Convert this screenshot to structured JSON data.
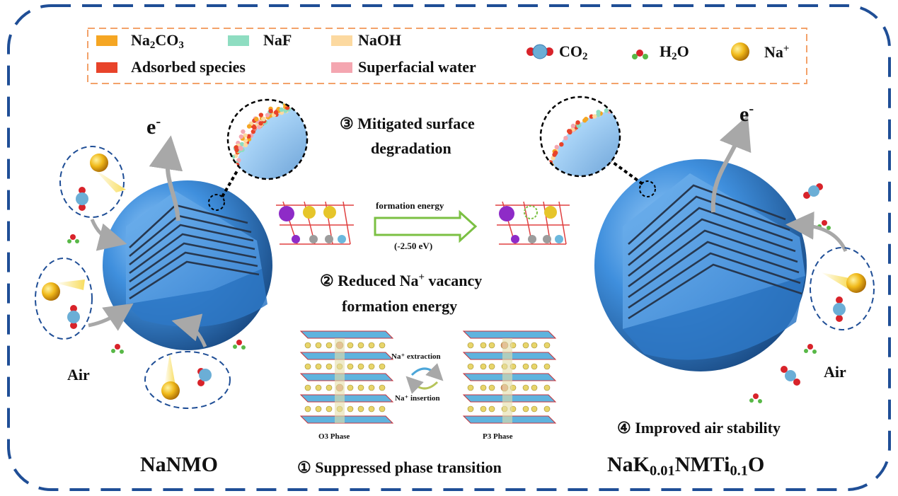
{
  "legend": {
    "items": [
      {
        "label_main": "Na",
        "label_sub": "2",
        "label_main2": "CO",
        "label_sub2": "3",
        "color": "#F5A623"
      },
      {
        "label_main": "NaF",
        "color": "#8EDDC1"
      },
      {
        "label_main": "NaOH",
        "color": "#FCD9A0"
      },
      {
        "label_main": "Adsorbed species",
        "color": "#E8432A"
      },
      {
        "label_main": "Superfacial water",
        "color": "#F4A6B0"
      }
    ],
    "co2_main": "CO",
    "co2_sub": "2",
    "h2o_main": "H",
    "h2o_sub": "2",
    "h2o_main2": "O",
    "na_main": "Na",
    "na_sup": "+"
  },
  "colors": {
    "frame": "#1F4E96",
    "legend_border": "#F3A26A",
    "arrow_green": "#7BC043",
    "sphere": "#3E8DDC"
  },
  "steps": {
    "s3_line1": "③ Mitigated surface",
    "s3_line2": "degradation",
    "s2_line1": "② Reduced Na",
    "s2_sup": "+",
    "s2_line1b": " vacancy",
    "s2_line2": "formation energy",
    "s1": "① Suppressed phase transition",
    "s4": "④ Improved air stability"
  },
  "formation": {
    "label": "formation energy",
    "value": "(-2.50 eV)"
  },
  "phase": {
    "extraction": "Na⁺ extraction",
    "insertion": "Na⁺ insertion",
    "o3": "O3 Phase",
    "p3": "P3 Phase"
  },
  "left": {
    "electron": "e",
    "electron_sup": "-",
    "air": "Air",
    "name": "NaNMO"
  },
  "right": {
    "electron": "e",
    "electron_sup": "-",
    "air": "Air",
    "name_a": "NaK",
    "name_sub1": "0.01",
    "name_b": "NMTi",
    "name_sub2": "0.1",
    "name_c": "O"
  }
}
